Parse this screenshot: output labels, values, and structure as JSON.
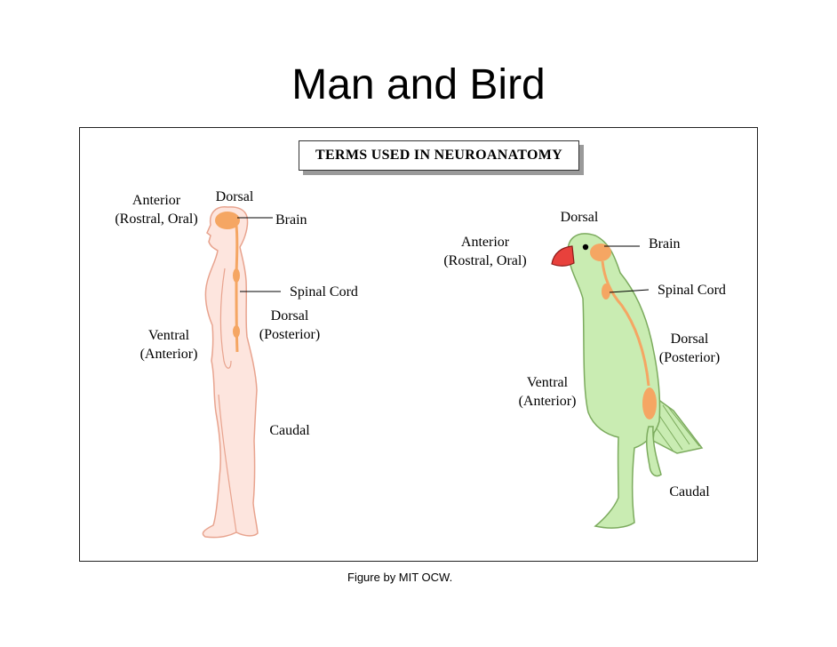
{
  "slide": {
    "title": "Man and Bird"
  },
  "figure": {
    "heading": "TERMS USED IN NEUROANATOMY",
    "caption": "Figure by MIT OCW.",
    "colors": {
      "human_body": "#fde5de",
      "human_outline": "#e8a38e",
      "bird_body": "#c9ecb2",
      "bird_outline": "#7cab5e",
      "nervous_system": "#f5a663",
      "beak": "#e8413c"
    },
    "human": {
      "anterior": "Anterior",
      "anterior_sub": "(Rostral, Oral)",
      "dorsal": "Dorsal",
      "brain": "Brain",
      "spinal_cord": "Spinal Cord",
      "dorsal2": "Dorsal",
      "dorsal2_sub": "(Posterior)",
      "ventral": "Ventral",
      "ventral_sub": "(Anterior)",
      "caudal": "Caudal"
    },
    "bird": {
      "dorsal": "Dorsal",
      "anterior": "Anterior",
      "anterior_sub": "(Rostral, Oral)",
      "brain": "Brain",
      "spinal_cord": "Spinal Cord",
      "dorsal2": "Dorsal",
      "dorsal2_sub": "(Posterior)",
      "ventral": "Ventral",
      "ventral_sub": "(Anterior)",
      "caudal": "Caudal"
    }
  }
}
